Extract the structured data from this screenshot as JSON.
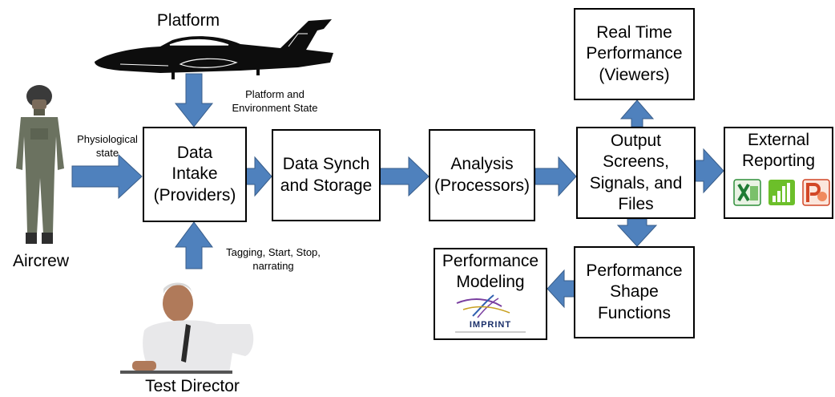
{
  "labels": {
    "platform": "Platform",
    "aircrew": "Aircrew",
    "test_director": "Test Director",
    "physiological": "Physiological\nstate",
    "platform_env": "Platform and\nEnvironment State",
    "tagging": "Tagging, Start, Stop,\nnarrating"
  },
  "boxes": {
    "data_intake": "Data\nIntake\n(Providers)",
    "data_synch": "Data Synch\nand Storage",
    "analysis": "Analysis\n(Processors)",
    "output": "Output\nScreens,\nSignals, and\nFiles",
    "real_time": "Real Time\nPerformance\n(Viewers)",
    "external": "External\nReporting",
    "shape_functions": "Performance\nShape\nFunctions",
    "modeling": "Performance\nModeling"
  },
  "logo": {
    "text": "IMPRINT"
  },
  "colors": {
    "arrow_fill": "#4f81bd",
    "arrow_stroke": "#385d8a",
    "box_border": "#000000"
  },
  "icons": [
    "aircraft-icon",
    "pilot-icon",
    "test-director-icon",
    "excel-icon",
    "chart-icon",
    "powerpoint-icon",
    "imprint-logo"
  ]
}
